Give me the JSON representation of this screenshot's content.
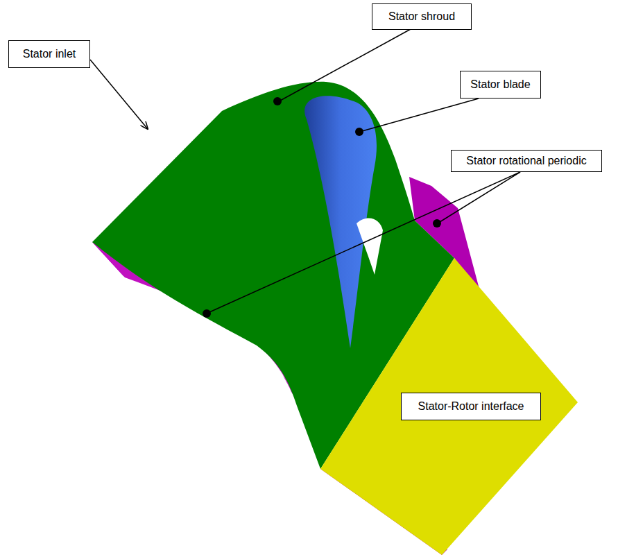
{
  "diagram": {
    "nodes": [
      {
        "text": [
          "Stator shroud"
        ]
      },
      {
        "text": [
          "Stator inlet"
        ]
      },
      {
        "text": [
          "Stator blade"
        ]
      },
      {
        "text": [
          "Stator rotational periodic"
        ]
      },
      {
        "text": [
          "Stator-Rotor interface"
        ]
      }
    ]
  }
}
